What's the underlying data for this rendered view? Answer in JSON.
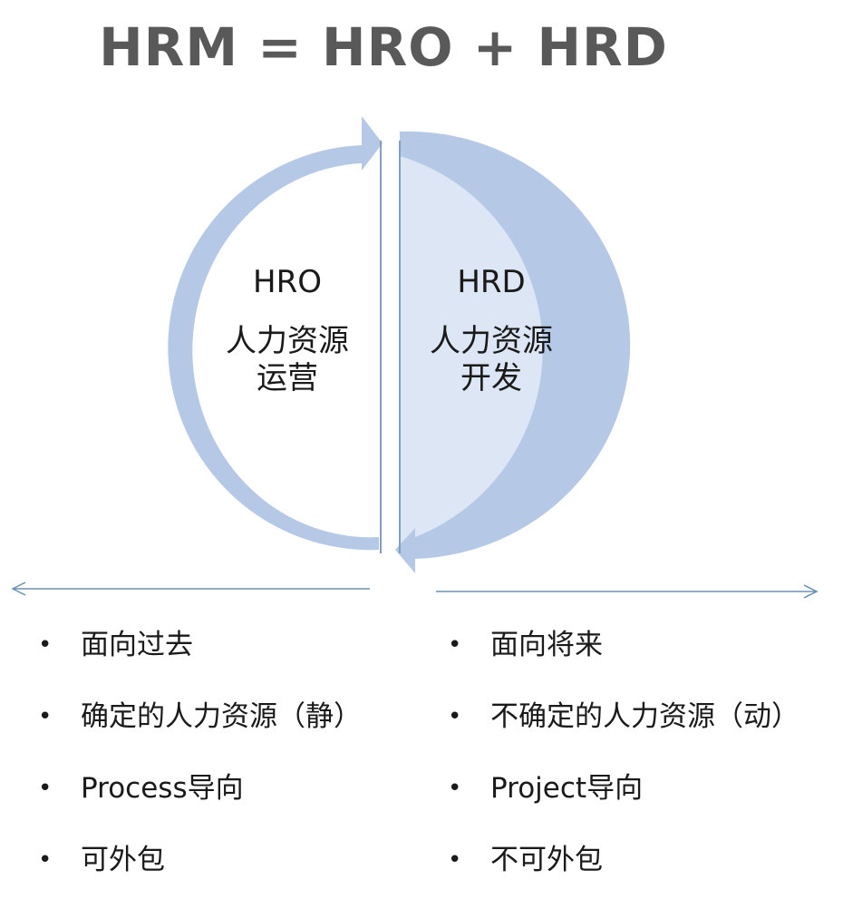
{
  "title": "HRM = HRO + HRD",
  "left": {
    "abbr": "HRO",
    "line1": "人力资源",
    "line2": "运营",
    "items": [
      "面向过去",
      "确定的人力资源（静）",
      "Process导向",
      "可外包"
    ]
  },
  "right": {
    "abbr": "HRD",
    "line1": "人力资源",
    "line2": "开发",
    "items": [
      "面向将来",
      "不确定的人力资源（动）",
      "Project导向",
      "不可外包"
    ]
  },
  "colors": {
    "arrow": "#b5c8e6",
    "right_fill": "#dde6f4",
    "divider": "#7f9fc3",
    "axis": "#6b90b3",
    "title": "#595959"
  },
  "bullet": "•"
}
